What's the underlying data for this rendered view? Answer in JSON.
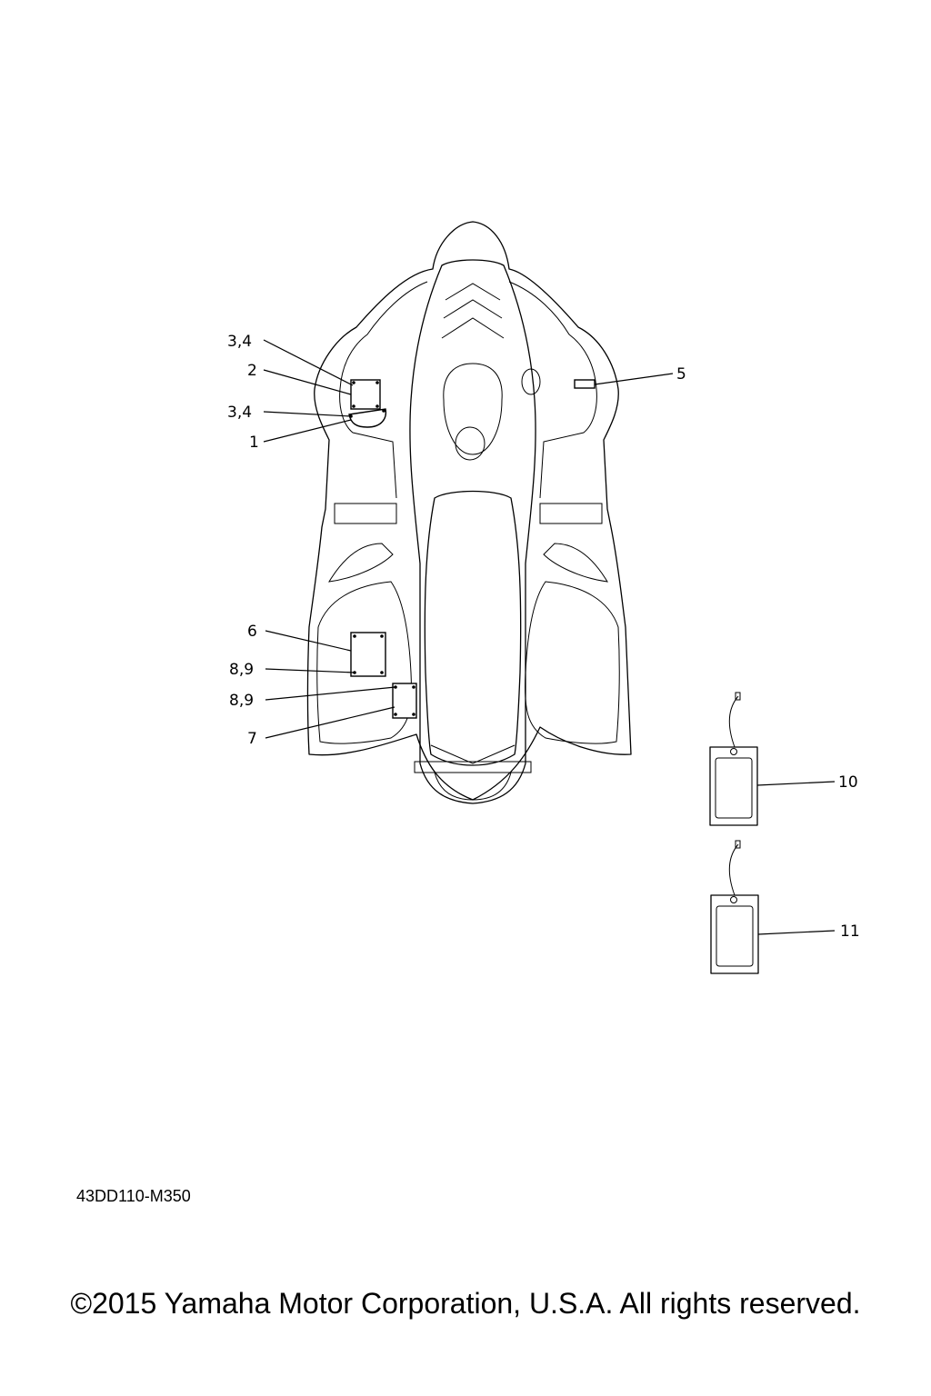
{
  "callouts": {
    "c1": "3,4",
    "c2": "2",
    "c3": "3,4",
    "c4": "1",
    "c5": "5",
    "c6": "6",
    "c7": "8,9",
    "c8": "8,9",
    "c9": "7",
    "c10": "10",
    "c11": "11"
  },
  "diagram_code": "43DD110-M350",
  "copyright": "©2015 Yamaha Motor Corporation, U.S.A. All rights reserved."
}
